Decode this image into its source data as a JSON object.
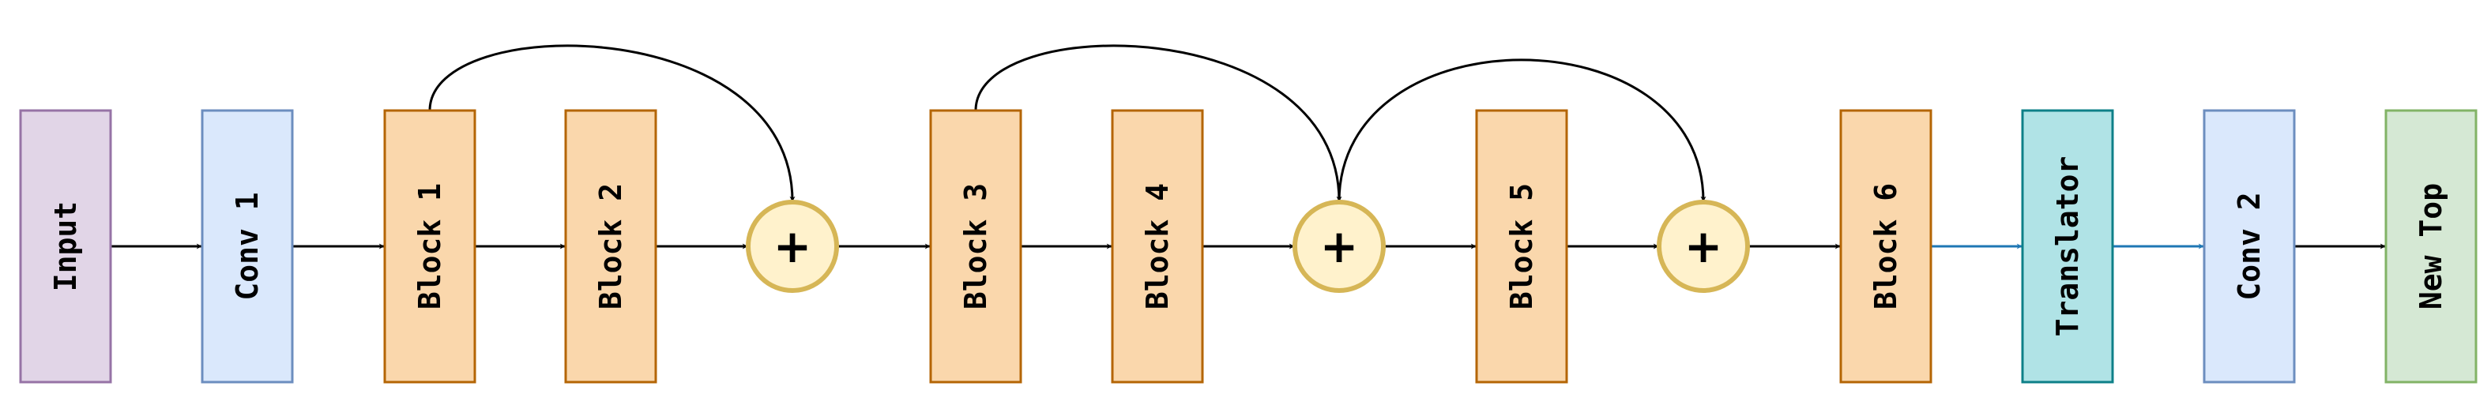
{
  "diagram": {
    "nodes": [
      {
        "id": "input",
        "label": "Input",
        "fill": "#e1d5e7",
        "stroke": "#9673a6"
      },
      {
        "id": "conv1",
        "label": "Conv 1",
        "fill": "#dae8fc",
        "stroke": "#6c8ebf"
      },
      {
        "id": "block1",
        "label": "Block 1",
        "fill": "#fad7ac",
        "stroke": "#b46504"
      },
      {
        "id": "block2",
        "label": "Block 2",
        "fill": "#fad7ac",
        "stroke": "#b46504"
      },
      {
        "id": "sum1",
        "label": "+",
        "fill": "#fff2cc",
        "stroke": "#d6b656"
      },
      {
        "id": "block3",
        "label": "Block 3",
        "fill": "#fad7ac",
        "stroke": "#b46504"
      },
      {
        "id": "block4",
        "label": "Block 4",
        "fill": "#fad7ac",
        "stroke": "#b46504"
      },
      {
        "id": "sum2",
        "label": "+",
        "fill": "#fff2cc",
        "stroke": "#d6b656"
      },
      {
        "id": "block5",
        "label": "Block 5",
        "fill": "#fad7ac",
        "stroke": "#b46504"
      },
      {
        "id": "sum3",
        "label": "+",
        "fill": "#fff2cc",
        "stroke": "#d6b656"
      },
      {
        "id": "block6",
        "label": "Block 6",
        "fill": "#fad7ac",
        "stroke": "#b46504"
      },
      {
        "id": "translator",
        "label": "Translator",
        "fill": "#b0e3e6",
        "stroke": "#0e8088"
      },
      {
        "id": "conv2",
        "label": "Conv 2",
        "fill": "#dae8fc",
        "stroke": "#6c8ebf"
      },
      {
        "id": "newtop",
        "label": "New Top",
        "fill": "#d5e8d4",
        "stroke": "#82b366"
      }
    ],
    "edges": [
      {
        "from": "input",
        "to": "conv1",
        "color": "#000000"
      },
      {
        "from": "conv1",
        "to": "block1",
        "color": "#000000"
      },
      {
        "from": "block1",
        "to": "block2",
        "color": "#000000"
      },
      {
        "from": "block2",
        "to": "sum1",
        "color": "#000000"
      },
      {
        "from": "sum1",
        "to": "block3",
        "color": "#000000"
      },
      {
        "from": "block3",
        "to": "block4",
        "color": "#000000"
      },
      {
        "from": "block4",
        "to": "sum2",
        "color": "#000000"
      },
      {
        "from": "sum2",
        "to": "block5",
        "color": "#000000"
      },
      {
        "from": "block5",
        "to": "sum3",
        "color": "#000000"
      },
      {
        "from": "sum3",
        "to": "block6",
        "color": "#000000"
      },
      {
        "from": "block6",
        "to": "translator",
        "color": "#1f77b4"
      },
      {
        "from": "translator",
        "to": "conv2",
        "color": "#1f77b4"
      },
      {
        "from": "conv2",
        "to": "newtop",
        "color": "#000000"
      }
    ],
    "skip_connections": [
      {
        "from": "block1",
        "to": "sum1"
      },
      {
        "from": "block3",
        "to": "sum2"
      },
      {
        "from": "sum2",
        "to": "sum3"
      }
    ]
  }
}
